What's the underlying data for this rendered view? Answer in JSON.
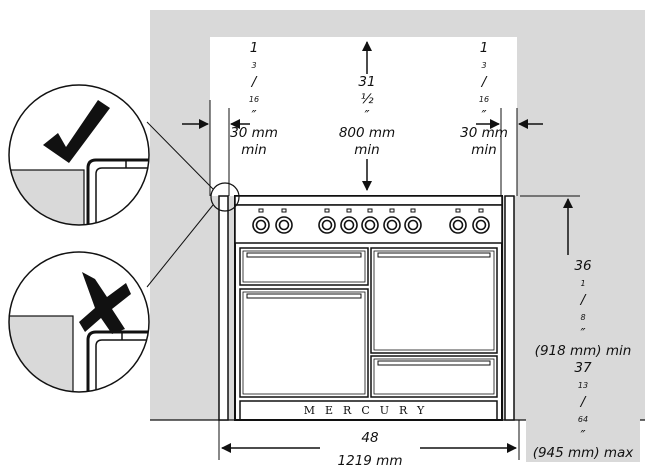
{
  "clearance": {
    "left": {
      "whole": "1 ",
      "frac": "3",
      "den": "16",
      "mark": "″",
      "metric": "30 mm",
      "note": "min"
    },
    "center": {
      "whole": "31 ",
      "frac": "½",
      "mark": "″",
      "metric": "800 mm",
      "note": "min"
    },
    "right": {
      "whole": "1",
      "frac": "3",
      "den": "16",
      "mark": "″",
      "metric": "30 mm",
      "note": "min"
    }
  },
  "height": {
    "min_in": "36 ",
    "min_frac": "1",
    "min_den": "8",
    "min_mark": " ″",
    "min_metric": "(918 mm) min",
    "max_in": "37 ",
    "max_frac": "13",
    "max_den": "64",
    "max_mark": "″",
    "max_metric": "(945 mm) max"
  },
  "width": {
    "inches": "48",
    "metric": "1219 mm"
  },
  "range": {
    "brand": "MERCURY"
  },
  "callouts": {
    "correct": "check-mark-icon",
    "incorrect": "cross-mark-icon"
  },
  "colors": {
    "wall": "#d9d9d9",
    "ink": "#111111"
  }
}
